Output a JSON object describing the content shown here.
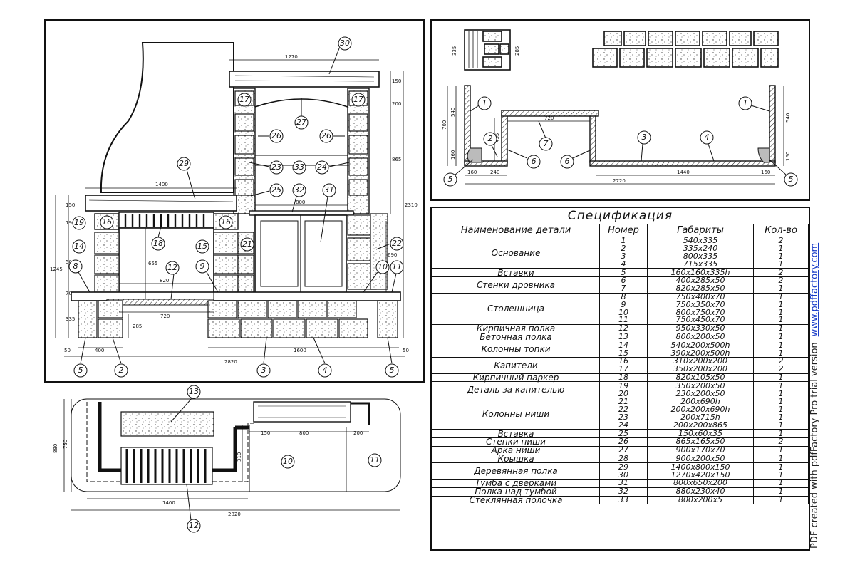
{
  "front_view": {
    "dims": [
      "1270",
      "1400",
      "800",
      "820",
      "720",
      "1600",
      "2820",
      "400",
      "50",
      "50",
      "150",
      "190",
      "500",
      "70",
      "335",
      "285",
      "655",
      "150",
      "1245",
      "200",
      "865",
      "690",
      "2310"
    ],
    "callouts": [
      "30",
      "17",
      "17",
      "27",
      "26",
      "26",
      "23",
      "33",
      "24",
      "29",
      "25",
      "32",
      "31",
      "19",
      "16",
      "16",
      "18",
      "14",
      "15",
      "21",
      "22",
      "12",
      "8",
      "9",
      "10",
      "11",
      "5",
      "2",
      "3",
      "4",
      "5"
    ]
  },
  "plan_view": {
    "dims": [
      "150",
      "800",
      "200",
      "750",
      "880",
      "1400",
      "2820",
      "310"
    ],
    "callouts": [
      "13",
      "10",
      "11",
      "12"
    ]
  },
  "section_view": {
    "dims": [
      "335",
      "285",
      "720",
      "540",
      "700",
      "435",
      "160",
      "160",
      "240",
      "1440",
      "160",
      "2720",
      "540",
      "160"
    ],
    "callouts": [
      "1",
      "1",
      "7",
      "2",
      "6",
      "6",
      "3",
      "4",
      "5",
      "5"
    ]
  },
  "spec": {
    "title": "Спецификация",
    "headers": [
      "Наименование детали",
      "Номер",
      "Габариты",
      "Кол-во"
    ],
    "groups": [
      {
        "name": "Основание",
        "rows": [
          [
            "1",
            "540x335",
            "2"
          ],
          [
            "2",
            "335x240",
            "1"
          ],
          [
            "3",
            "800x335",
            "1"
          ],
          [
            "4",
            "715x335",
            "1"
          ]
        ]
      },
      {
        "name": "Вставки",
        "rows": [
          [
            "5",
            "160x160x335h",
            "2"
          ]
        ]
      },
      {
        "name": "Стенки дровника",
        "rows": [
          [
            "6",
            "400x285x50",
            "2"
          ],
          [
            "7",
            "820x285x50",
            "1"
          ]
        ]
      },
      {
        "name": "Столешница",
        "rows": [
          [
            "8",
            "750x400x70",
            "1"
          ],
          [
            "9",
            "750x350x70",
            "1"
          ],
          [
            "10",
            "800x750x70",
            "1"
          ],
          [
            "11",
            "750x450x70",
            "1"
          ]
        ]
      },
      {
        "name": "Кирпичная полка",
        "rows": [
          [
            "12",
            "950x330x50",
            "1"
          ]
        ]
      },
      {
        "name": "Бетонная полка",
        "rows": [
          [
            "13",
            "800x200x50",
            "1"
          ]
        ]
      },
      {
        "name": "Колонны топки",
        "rows": [
          [
            "14",
            "540x200x500h",
            "1"
          ],
          [
            "15",
            "390x200x500h",
            "1"
          ]
        ]
      },
      {
        "name": "Капители",
        "rows": [
          [
            "16",
            "310x200x200",
            "2"
          ],
          [
            "17",
            "350x200x200",
            "2"
          ]
        ]
      },
      {
        "name": "Кирпичный паркер",
        "rows": [
          [
            "18",
            "820x105x50",
            "1"
          ]
        ]
      },
      {
        "name": "Деталь за капителью",
        "rows": [
          [
            "19",
            "350x200x50",
            "1"
          ],
          [
            "20",
            "230x200x50",
            "1"
          ]
        ]
      },
      {
        "name": "Колонны ниши",
        "rows": [
          [
            "21",
            "200x690h",
            "1"
          ],
          [
            "22",
            "200x200x690h",
            "1"
          ],
          [
            "23",
            "200x715h",
            "1"
          ],
          [
            "24",
            "200x200x865",
            "1"
          ]
        ]
      },
      {
        "name": "Вставка",
        "rows": [
          [
            "25",
            "150x60x35",
            "1"
          ]
        ]
      },
      {
        "name": "Стенки ниши",
        "rows": [
          [
            "26",
            "865x165x50",
            "2"
          ]
        ]
      },
      {
        "name": "Арка ниши",
        "rows": [
          [
            "27",
            "900x170x70",
            "1"
          ]
        ]
      },
      {
        "name": "Крышка",
        "rows": [
          [
            "28",
            "900x200x50",
            "1"
          ]
        ]
      },
      {
        "name": "Деревянная полка",
        "rows": [
          [
            "29",
            "1400x800x150",
            "1"
          ],
          [
            "30",
            "1270x420x150",
            "1"
          ]
        ]
      },
      {
        "name": "Тумба с дверками",
        "rows": [
          [
            "31",
            "800x650x200",
            "1"
          ]
        ]
      },
      {
        "name": "Полка над тумбой",
        "rows": [
          [
            "32",
            "880x230x40",
            "1"
          ]
        ]
      },
      {
        "name": "Стеклянная полочка",
        "rows": [
          [
            "33",
            "800x200x5",
            "1"
          ]
        ]
      }
    ]
  },
  "watermark": {
    "text": "PDF created with pdfFactory Pro trial version",
    "link": "www.pdffactory.com"
  }
}
